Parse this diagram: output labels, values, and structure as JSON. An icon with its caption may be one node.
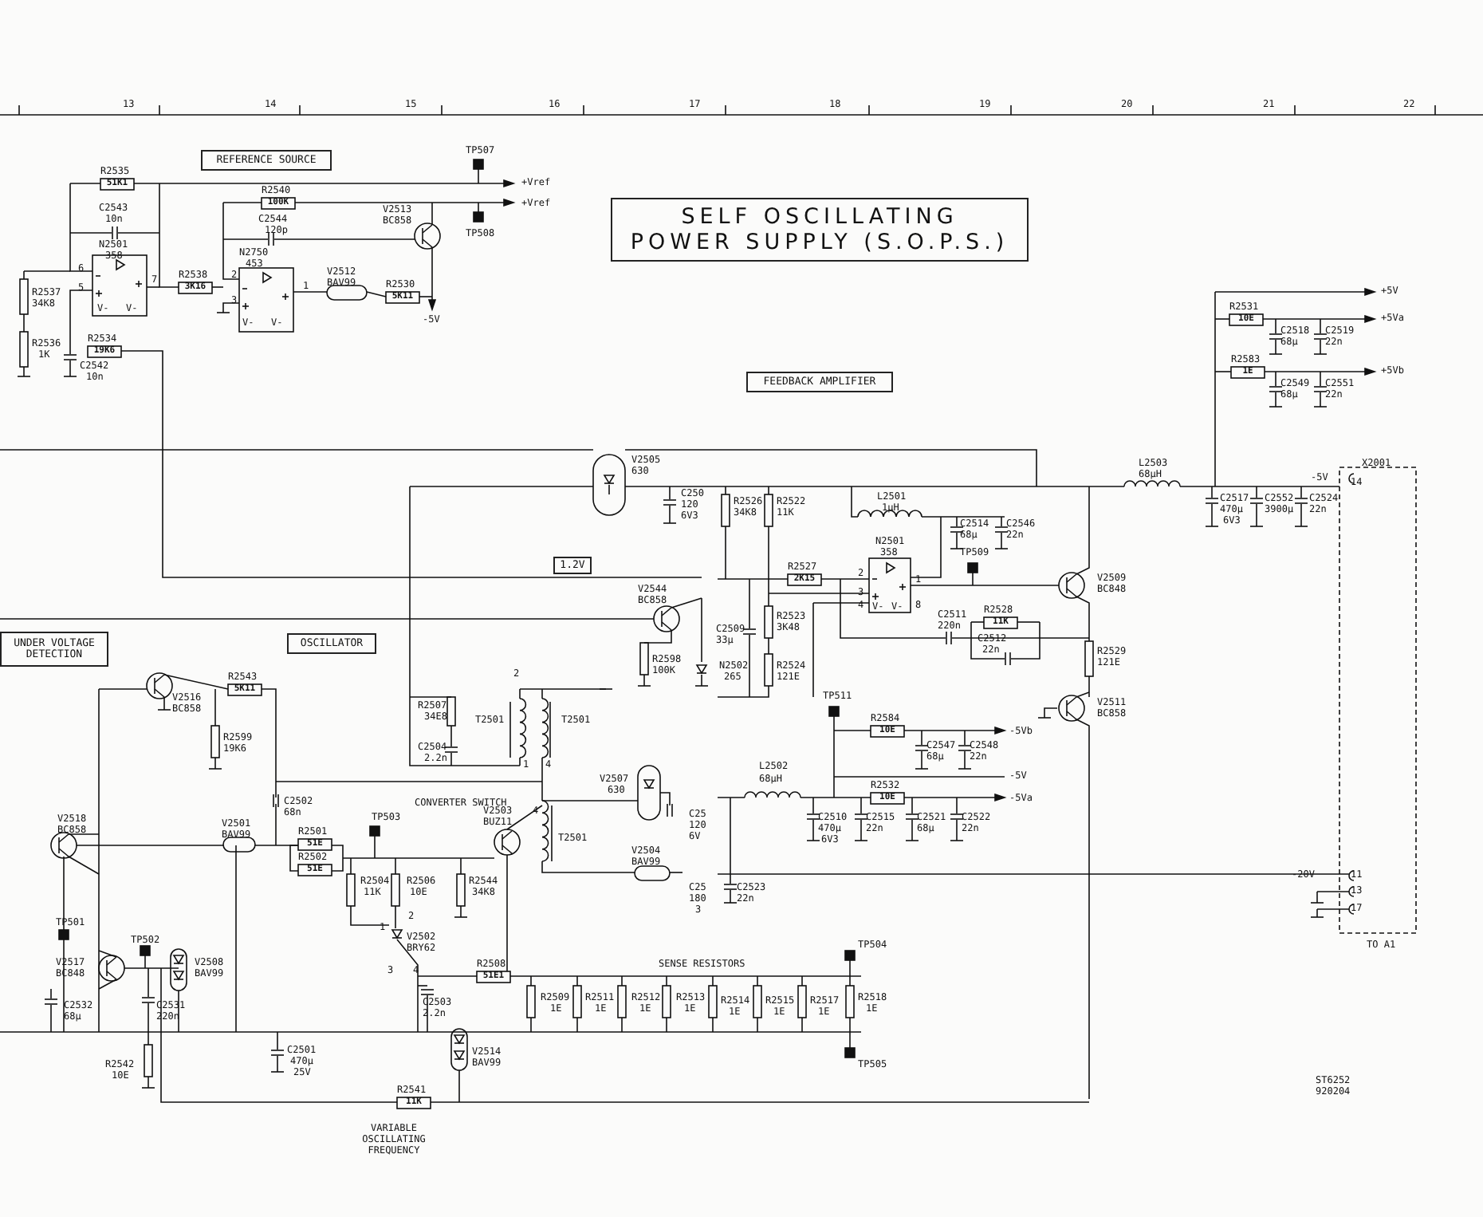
{
  "diagram": {
    "nodes": [
      {
        "text": [
          "SELF OSCILLATING POWER SUPPLY (S.O.P.S.)"
        ]
      },
      {
        "text": [
          "REFERENCE SOURCE"
        ]
      },
      {
        "text": [
          "FEEDBACK AMPLIFIER"
        ]
      },
      {
        "text": [
          "UNDER VOLTAGE DETECTION"
        ]
      },
      {
        "text": [
          "OSCILLATOR"
        ]
      },
      {
        "text": [
          "1.2V"
        ]
      }
    ],
    "labels": [
      "13",
      "14",
      "15",
      "16",
      "17",
      "18",
      "19",
      "20",
      "21",
      "22",
      "R2535",
      "51K1",
      "C2543",
      "10n",
      "R2540",
      "100K",
      "N2501",
      "358",
      "6",
      "5",
      "7",
      "R2538",
      "3K16",
      "V-",
      "V-",
      "R2537",
      "34K8",
      "R2536",
      "1K",
      "R2534",
      "19K6",
      "C2542",
      "10n",
      "2",
      "3",
      "1",
      "V-",
      "V-",
      "C2544",
      "120p",
      "N2750",
      "453",
      "V2512",
      "BAV99",
      "R2530",
      "5K11",
      "V2513",
      "BC858",
      "-5V",
      "TP507",
      "+Vref",
      "+Vref",
      "TP508",
      "+5V",
      "R2531",
      "10E",
      "C2518",
      "68µ",
      "C2519",
      "22n",
      "+5Va",
      "R2583",
      "1E",
      "C2549",
      "68µ",
      "C2551",
      "22n",
      "+5Vb",
      "V2505",
      "630",
      "C250",
      "120",
      "6V3",
      "L2503",
      "68µH",
      "-5V",
      "X2001",
      "14",
      "C2517",
      "470µ",
      "6V3",
      "C2552",
      "3900µ",
      "C2524",
      "22n",
      "R2526",
      "34K8",
      "R2522",
      "11K",
      "L2501",
      "1µH",
      "C2514",
      "68µ",
      "C2546",
      "22n",
      "N2501",
      "358",
      "TP509",
      "R2527",
      "2K15",
      "2",
      "1",
      "3",
      "4",
      "V-",
      "V-",
      "8",
      "V2509",
      "BC848",
      "C2509",
      "33µ",
      "R2523",
      "3K48",
      "C2511",
      "R2528",
      "220n",
      "11K",
      "C2512",
      "22n",
      "N2502",
      "265",
      "R2524",
      "121E",
      "R2529",
      "121E",
      "V2511",
      "BC858",
      "TP511",
      "R2584",
      "10E",
      "-5Vb",
      "C2547",
      "68µ",
      "C2548",
      "22n",
      "L2502",
      "68µH",
      "R2532",
      "-5V",
      "10E",
      "-5Va",
      "C2510",
      "470µ",
      "6V3",
      "C2515",
      "22n",
      "C2521",
      "68µ",
      "C2522",
      "22n",
      "C2523",
      "22n",
      "V2544",
      "BC858",
      "R2543",
      "5K11",
      "R2598",
      "100K",
      "V2516",
      "BC858",
      "R2599",
      "19K6",
      "R2507",
      "34E8",
      "2",
      "T2501",
      "T2501",
      "C2504",
      "2.2n",
      "1",
      "4",
      "C2502",
      "68n",
      "CONVERTER SWITCH",
      "V2503",
      "BUZ11",
      "V2507",
      "630",
      "4",
      "T2501",
      "V2518",
      "V2501",
      "TP503",
      "BC858",
      "BAV99",
      "R2501",
      "51E",
      "C25",
      "120",
      "6V",
      "R2502",
      "51E",
      "R2504",
      "11K",
      "R2506",
      "10E",
      "R2544",
      "34K8",
      "2",
      "1",
      "V2502",
      "BRY62",
      "V2504",
      "BAV99",
      "C25",
      "180",
      "3",
      "TP501",
      "TP502",
      "V2517",
      "BC848",
      "V2508",
      "BAV99",
      "3",
      "4",
      "R2508",
      "51E1",
      "SENSE RESISTORS",
      "C2532",
      "68µ",
      "C2531",
      "220n",
      "C2503",
      "2.2n",
      "R2509",
      "1E",
      "R2511",
      "1E",
      "R2512",
      "1E",
      "R2513",
      "1E",
      "R2514",
      "1E",
      "R2515",
      "1E",
      "R2517",
      "1E",
      "TP504",
      "R2518",
      "1E",
      "TP505",
      "C2501",
      "470µ",
      "25V",
      "R2542",
      "10E",
      "V2514",
      "BAV99",
      "R2541",
      "11K",
      "VARIABLE OSCILLATING FREQUENCY",
      "-20V",
      "11",
      "13",
      "17",
      "TO A1",
      "ST6252",
      "920204"
    ]
  }
}
